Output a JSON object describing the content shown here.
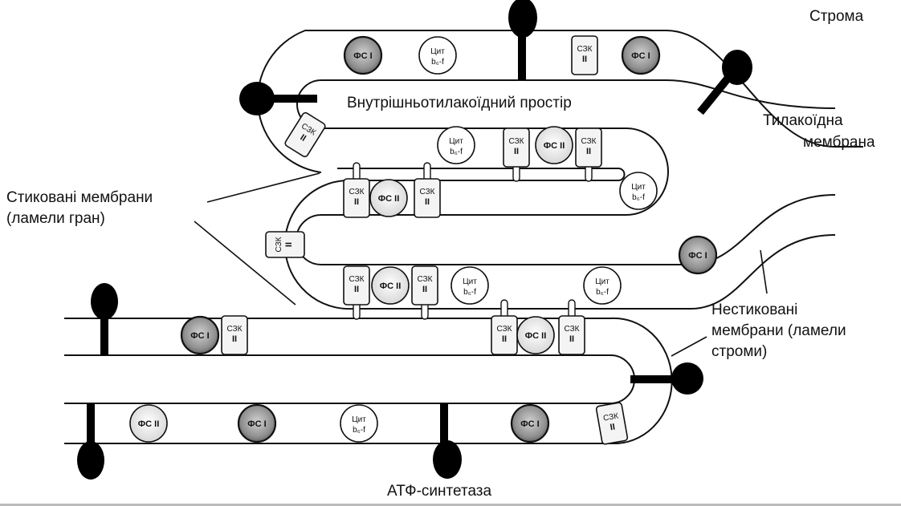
{
  "labels": {
    "stroma": "Строма",
    "lumen": "Внутрішньотилакоїдний простір",
    "thylakoid_membrane_1": "Тилакоїдна",
    "thylakoid_membrane_2": "мембрана",
    "stacked_1": "Стиковані мембрани",
    "stacked_2": "(ламели гран)",
    "unstacked_1": "Нестиковані",
    "unstacked_2": "мембрани (ламели",
    "unstacked_3": "строми)",
    "atp_synthase": "АТФ-синтетаза"
  },
  "proteins": {
    "psi": "ФС I",
    "psii": "ФС II",
    "cyt_line1": "Цит",
    "cyt_line2": "b₆-f",
    "lhc_line1": "СЗК",
    "lhc_line2": "II"
  },
  "colors": {
    "line": "#111111",
    "psi_fill": "#8a8a8a",
    "psii_fill": "#e6e6e6",
    "atp_synthase": "#000000"
  }
}
